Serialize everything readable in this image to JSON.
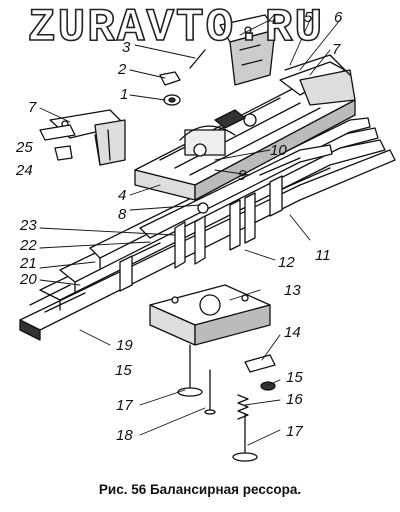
{
  "watermark": "ZURAVTO.RU",
  "caption": "Рис. 56 Балансирная рессора.",
  "labels": {
    "n1": "1",
    "n2": "2",
    "n3": "3",
    "n4a": "4",
    "n4b": "4",
    "n5": "5",
    "n6": "6",
    "n7a": "7",
    "n7b": "7",
    "n8": "8",
    "n9": "9",
    "n10": "10",
    "n11": "11",
    "n12": "12",
    "n13": "13",
    "n14": "14",
    "n15a": "15",
    "n15b": "15",
    "n16": "16",
    "n17a": "17",
    "n17b": "17",
    "n18": "18",
    "n19": "19",
    "n20": "20",
    "n21": "21",
    "n22": "22",
    "n23": "23",
    "n24": "24",
    "n25": "25"
  }
}
